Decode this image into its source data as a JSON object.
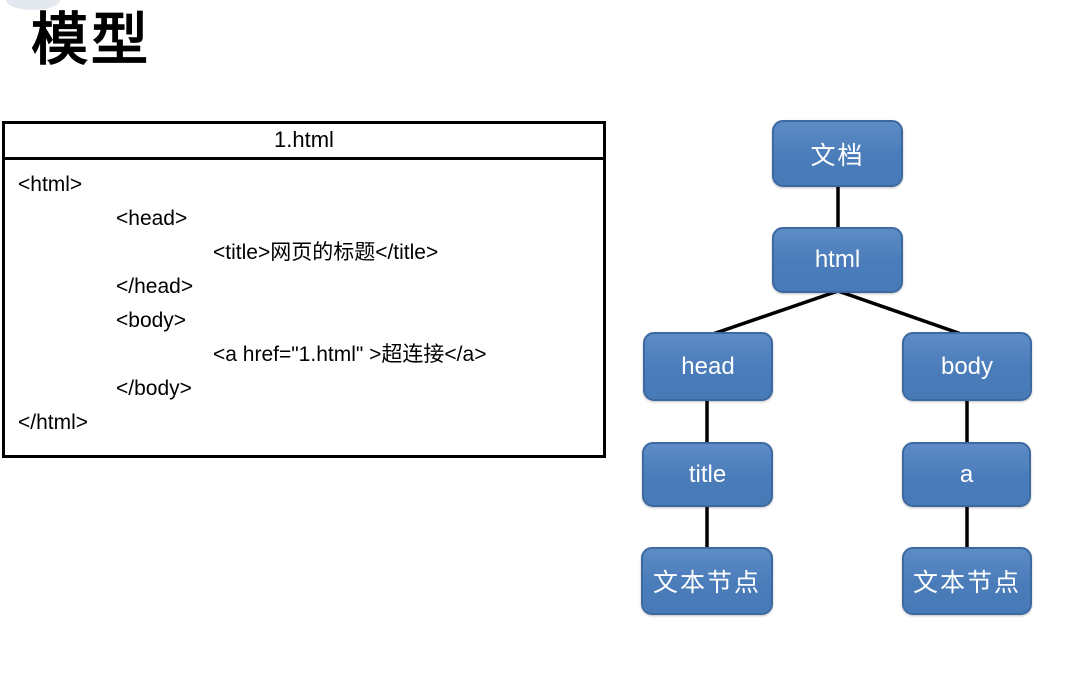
{
  "slide": {
    "title": "模型"
  },
  "code_box": {
    "header": "1.html",
    "lines": [
      {
        "indent": 0,
        "text": "<html>"
      },
      {
        "indent": 1,
        "text": "<head>"
      },
      {
        "indent": 2,
        "text": "<title>网页的标题</title>"
      },
      {
        "indent": 1,
        "text": "</head>"
      },
      {
        "indent": 1,
        "text": "<body>"
      },
      {
        "indent": 2,
        "text": "<a href=\"1.html\" >超连接</a>"
      },
      {
        "indent": 1,
        "text": "</body>"
      },
      {
        "indent": 0,
        "text": "</html>"
      }
    ]
  },
  "tree": {
    "nodes": [
      {
        "id": "document",
        "label": "文档"
      },
      {
        "id": "html",
        "label": "html"
      },
      {
        "id": "head",
        "label": "head"
      },
      {
        "id": "body",
        "label": "body"
      },
      {
        "id": "title",
        "label": "title"
      },
      {
        "id": "a",
        "label": "a"
      },
      {
        "id": "text-node-left",
        "label": "文本节点"
      },
      {
        "id": "text-node-right",
        "label": "文本节点"
      }
    ],
    "edges": [
      {
        "from": "document",
        "to": "html"
      },
      {
        "from": "html",
        "to": "head"
      },
      {
        "from": "html",
        "to": "body"
      },
      {
        "from": "head",
        "to": "title"
      },
      {
        "from": "title",
        "to": "text-node-left"
      },
      {
        "from": "body",
        "to": "a"
      },
      {
        "from": "a",
        "to": "text-node-right"
      }
    ]
  },
  "colors": {
    "node_fill": "#4A7CBA",
    "node_border": "#3C69A0",
    "node_text": "#FFFFFF",
    "connector": "#000000",
    "code_border": "#000000",
    "text": "#000000",
    "background": "#FFFFFF"
  }
}
